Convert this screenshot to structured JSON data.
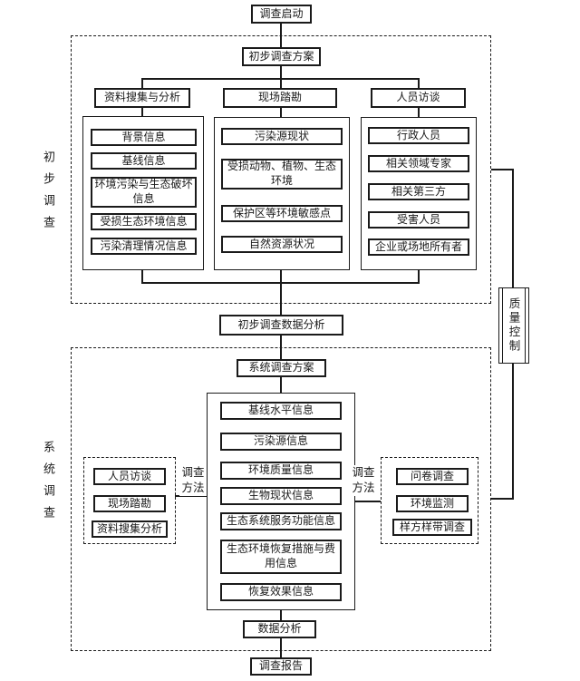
{
  "colors": {
    "line": "#1a1a1a",
    "background": "#ffffff"
  },
  "top": {
    "start": "调查启动"
  },
  "preliminary": {
    "section_label": "初步调查",
    "plan": "初步调查方案",
    "columns": [
      {
        "header": "资料搜集与分析",
        "items": [
          "背景信息",
          "基线信息",
          "环境污染与生态破坏信息",
          "受损生态环境信息",
          "污染清理情况信息"
        ]
      },
      {
        "header": "现场踏勘",
        "items": [
          "污染源现状",
          "受损动物、植物、生态环境",
          "保护区等环境敏感点",
          "自然资源状况"
        ]
      },
      {
        "header": "人员访谈",
        "items": [
          "行政人员",
          "相关领域专家",
          "相关第三方",
          "受害人员",
          "企业或场地所有者"
        ]
      }
    ],
    "data_analysis": "初步调查数据分析"
  },
  "system": {
    "section_label": "系统调查",
    "plan": "系统调查方案",
    "center_items": [
      "基线水平信息",
      "污染源信息",
      "环境质量信息",
      "生物现状信息",
      "生态系统服务功能信息",
      "生态环境恢复措施与费用信息",
      "恢复效果信息"
    ],
    "left_methods": {
      "label": "调查方法",
      "items": [
        "人员访谈",
        "现场踏勘",
        "资料搜集分析"
      ]
    },
    "right_methods": {
      "label": "调查方法",
      "items": [
        "问卷调查",
        "环境监测",
        "样方样带调查"
      ]
    },
    "data_analysis": "数据分析"
  },
  "bottom": {
    "report": "调查报告"
  },
  "quality_control": "质量控制"
}
